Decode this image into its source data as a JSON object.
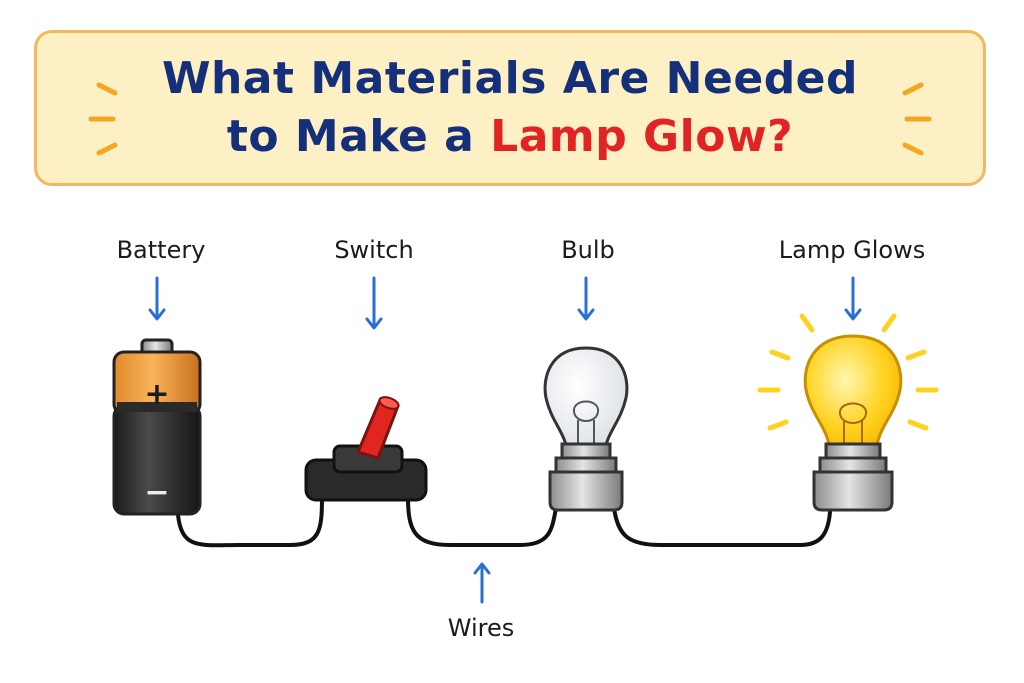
{
  "title": {
    "line1": "What Materials Are Needed",
    "line2_prefix": "to Make a ",
    "line2_highlight": "Lamp Glow?"
  },
  "labels": {
    "battery": "Battery",
    "switch": "Switch",
    "bulb": "Bulb",
    "lamp_glows": "Lamp Glows",
    "wires": "Wires"
  },
  "battery_symbols": {
    "plus": "+",
    "minus": "−"
  },
  "colors": {
    "title_text": "#15307a",
    "title_highlight": "#e02424",
    "title_bg": "#fdf0c4",
    "title_border": "#f3b85c",
    "arrow": "#2a6fd6",
    "wire": "#111111",
    "glow": "#ffd21f",
    "spark": "#f5a623"
  }
}
